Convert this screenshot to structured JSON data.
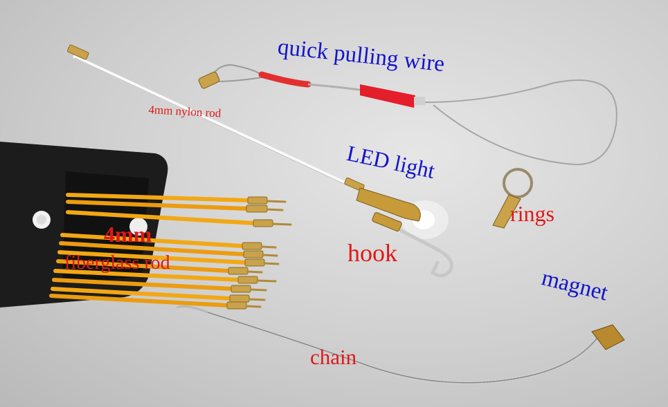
{
  "labels": {
    "quick_pulling_wire": "quick pulling wire",
    "nylon_rod": "4mm nylon rod",
    "led_light": "LED light",
    "rings": "rings",
    "hook": "hook",
    "size_4mm": "4mm",
    "fiberglass_rod": "fiberglass rod",
    "magnet": "magnet",
    "chain": "chain"
  },
  "colors": {
    "blue_label": "#1414c8",
    "red_label": "#e01818",
    "rod_orange": "#f2a814",
    "brass": "#c9a24a",
    "pouch": "#1c1c1c",
    "background": "#d4d4d4"
  }
}
